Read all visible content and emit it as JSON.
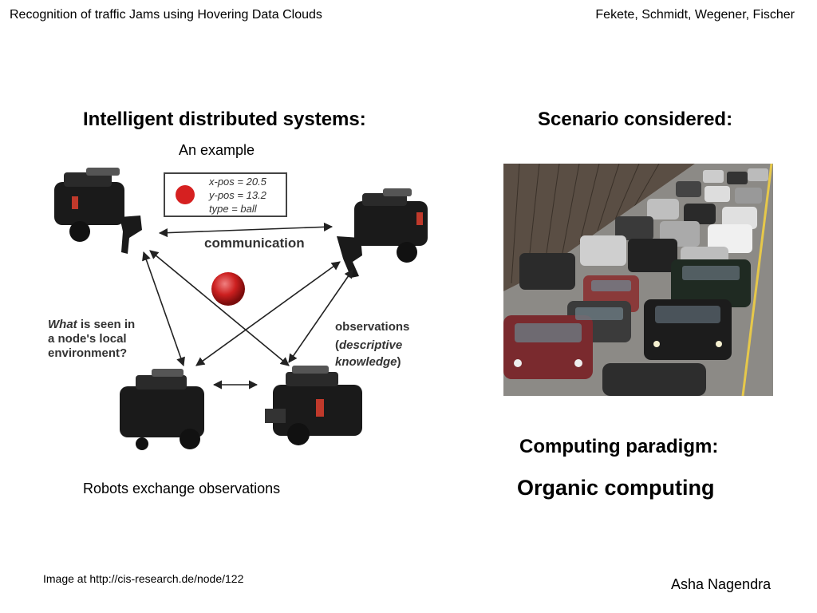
{
  "header": {
    "left": "Recognition of traffic Jams using Hovering Data Clouds",
    "right": "Fekete, Schmidt, Wegener, Fischer"
  },
  "left_panel": {
    "heading": "Intelligent distributed systems:",
    "subheading": "An example",
    "caption": "Robots exchange observations",
    "diagram": {
      "info_box": {
        "line1": "x-pos = 20.5",
        "line2": "y-pos = 13.2",
        "line3": "type = ball"
      },
      "communication_label": "communication",
      "left_label": {
        "line1_emph": "What",
        "line1_rest": " is seen in",
        "line2": "a node's local",
        "line3": "environment?"
      },
      "right_label": {
        "line1": "observations",
        "line2_open": "(",
        "line2_emph": "descriptive",
        "line3_emph": "knowledge",
        "line3_close": ")"
      },
      "colors": {
        "ball": "#cc1f1f",
        "robot": "#1a1a1a"
      }
    }
  },
  "right_panel": {
    "heading": "Scenario considered:",
    "paradigm_heading": "Computing paradigm:",
    "paradigm_value": "Organic computing"
  },
  "footer": {
    "image_credit": "Image at http://cis-research.de/node/122",
    "author": "Asha Nagendra"
  }
}
